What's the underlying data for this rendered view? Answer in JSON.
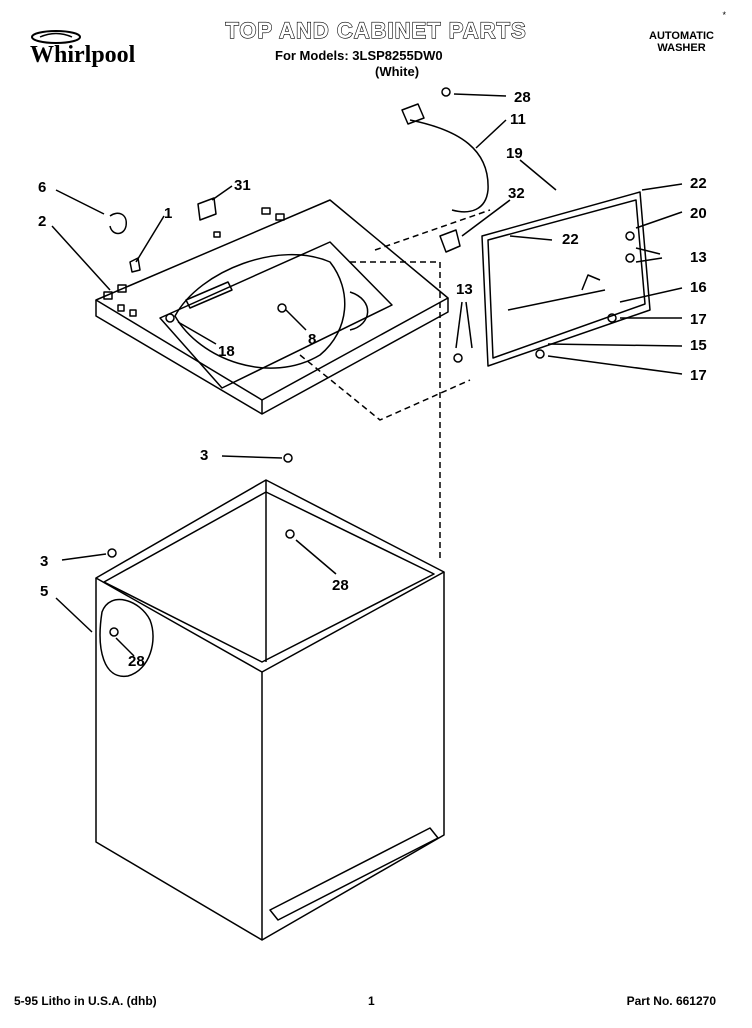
{
  "header": {
    "brand": "Whirlpool",
    "title": "TOP AND CABINET PARTS",
    "subtitle": "For Models: 3LSP8255DW0",
    "color": "(White)",
    "product_line1": "AUTOMATIC",
    "product_line2": "WASHER",
    "mark": "*"
  },
  "footer": {
    "litho": "5-95 Litho in U.S.A. (dhb)",
    "page": "1",
    "part_no": "Part No. 661270"
  },
  "callouts": [
    "28",
    "11",
    "19",
    "22",
    "20",
    "13",
    "16",
    "17",
    "15",
    "17",
    "13",
    "22",
    "32",
    "31",
    "6",
    "1",
    "2",
    "8",
    "18",
    "3",
    "28",
    "3",
    "5",
    "28"
  ],
  "colors": {
    "line": "#000000",
    "paper": "#ffffff"
  }
}
